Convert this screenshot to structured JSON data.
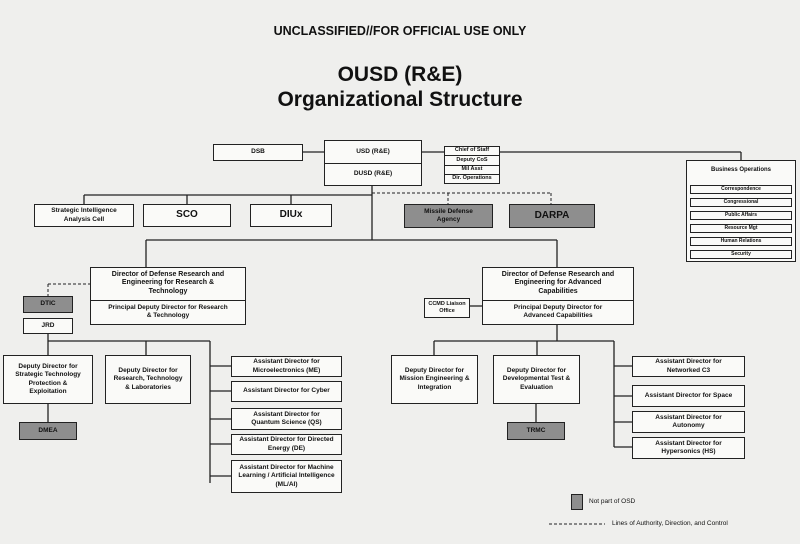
{
  "header": {
    "classification": "UNCLASSIFIED//FOR OFFICIAL USE ONLY",
    "title_line1": "OUSD (R&E)",
    "title_line2": "Organizational Structure"
  },
  "top": {
    "dsb": "DSB",
    "usd": "USD (R&E)",
    "dusd": "DUSD (R&E)",
    "staff": [
      "Chief of Staff",
      "Deputy CoS",
      "Mil Asst",
      "Dir. Operations"
    ]
  },
  "business": {
    "title": "Business Operations",
    "items": [
      "Correspondence",
      "Congressional",
      "Public Affairs",
      "Resource Mgt",
      "Human Relations",
      "Security"
    ]
  },
  "second_row": {
    "sic": "Strategic Intelligence Analysis Cell",
    "sco": "SCO",
    "diux": "DIUx",
    "mda": "Missile Defense Agency",
    "darpa": "DARPA"
  },
  "rt": {
    "director": "Director of Defense Research and Engineering for Research & Technology",
    "deputy": "Principal Deputy Director for Research & Technology",
    "dtic": "DTIC",
    "jrd": "JRD",
    "dd_stpe": "Deputy Director for Strategic Technology Protection & Exploitation",
    "dmea": "DMEA",
    "dd_rtl": "Deputy Director for Research, Technology & Laboratories",
    "assistants": [
      "Assistant Director for Microelectronics (ME)",
      "Assistant Director for Cyber",
      "Assistant Director for Quantum Science (QS)",
      "Assistant Director for Directed Energy (DE)",
      "Assistant Director for Machine Learning / Artificial Intelligence (ML/AI)"
    ]
  },
  "ac": {
    "director": "Director of Defense Research and Engineering for Advanced Capabilities",
    "deputy": "Principal Deputy Director for Advanced Capabilities",
    "ccmd": "CCMD Liaison Office",
    "dd_mei": "Deputy Director for Mission Engineering & Integration",
    "dd_dte": "Deputy Director for Developmental Test & Evaluation",
    "trmc": "TRMC",
    "assistants": [
      "Assistant Director for Networked C3",
      "Assistant Director for Space",
      "Assistant Director for Autonomy",
      "Assistant Director for Hypersonics (HS)"
    ]
  },
  "legend": {
    "not_osd": "Not part of OSD",
    "lines": "Lines of Authority, Direction, and Control"
  }
}
